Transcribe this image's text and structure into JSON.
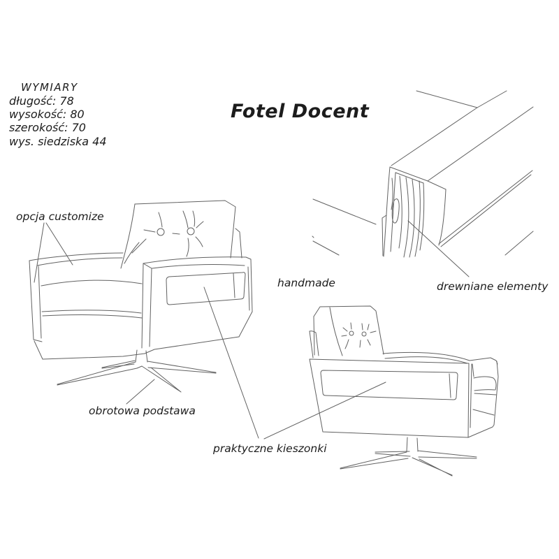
{
  "title": "Fotel Docent",
  "dimensions": {
    "heading": "WYMIARY",
    "lines": [
      "długość: 78",
      "wysokość: 80",
      "szerokość: 70",
      "wys. siedziska 44"
    ]
  },
  "annotations": {
    "customize": "opcja customize",
    "handmade": "handmade",
    "wood": "drewniane elementy",
    "base": "obrotowa podstawa",
    "pockets": "praktyczne kieszonki"
  },
  "colors": {
    "ink": "#1c1c1c",
    "line": "#616161",
    "background": "#ffffff"
  }
}
